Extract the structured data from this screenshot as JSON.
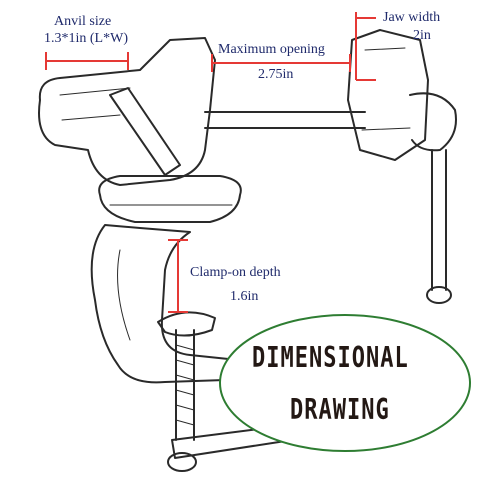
{
  "labels": {
    "anvil_size": "Anvil size",
    "anvil_value": "1.3*1in (L*W)",
    "max_opening": "Maximum opening",
    "max_opening_value": "2.75in",
    "jaw_width": "Jaw width",
    "jaw_width_value": "2in",
    "clamp_depth": "Clamp-on depth",
    "clamp_depth_value": "1.6in"
  },
  "badge": {
    "line1": "DIMENSIONAL",
    "line2": "DRAWING"
  },
  "colors": {
    "dimension_text": "#1f2a6b",
    "dimension_line": "#e53935",
    "ellipse": "#2e7d32",
    "sketch": "#2a2a2a",
    "title_text": "#231814"
  }
}
